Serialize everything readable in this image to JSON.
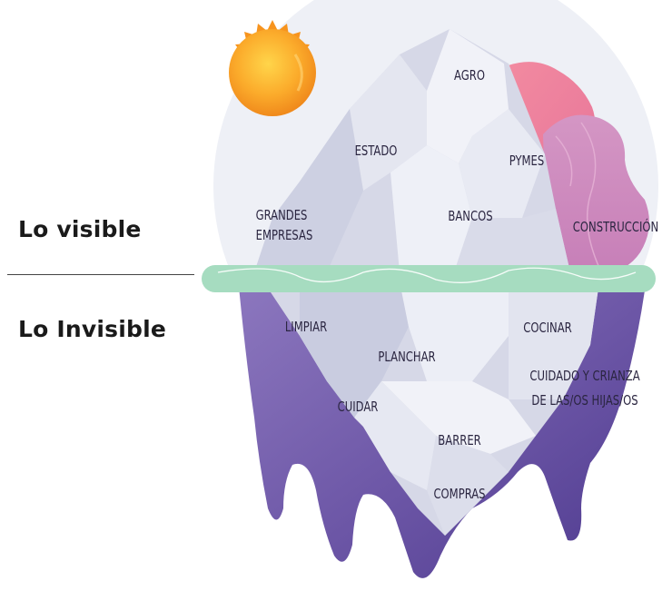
{
  "labels": {
    "visible": "Lo visible",
    "invisible": "Lo Invisible"
  },
  "above_water": [
    "AGRO",
    "ESTADO",
    "PYMES",
    "GRANDES",
    "EMPRESAS",
    "BANCOS",
    "CONSTRUCCIÓN"
  ],
  "below_water": [
    "LIMPIAR",
    "COCINAR",
    "PLANCHAR",
    "CUIDADO Y CRIANZA",
    "DE LAS/OS HIJAS/OS",
    "CUIDAR",
    "BARRER",
    "COMPRAS"
  ],
  "colors": {
    "circle": "#eef0f6",
    "ice": "#d8dae8",
    "ice_light": "#eceef5",
    "water": "#a6dcc0",
    "underwater": "#6b55a3",
    "pink": "#f08aa0",
    "mauve": "#d28ec0",
    "sun": "#f7931e"
  }
}
